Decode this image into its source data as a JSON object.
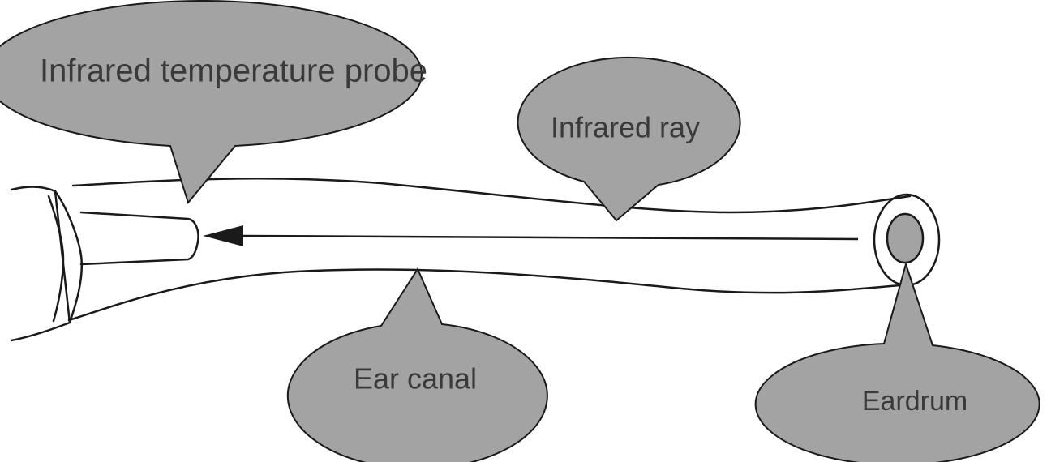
{
  "labels": {
    "probe": "Infrared temperature probe",
    "ray": "Infrared ray",
    "canal": "Ear canal",
    "eardrum": "Eardrum"
  },
  "colors": {
    "callout_fill": "#a3a3a3",
    "stroke": "#1a1a1a",
    "background": "#ffffff",
    "text": "#3a3a3a"
  }
}
